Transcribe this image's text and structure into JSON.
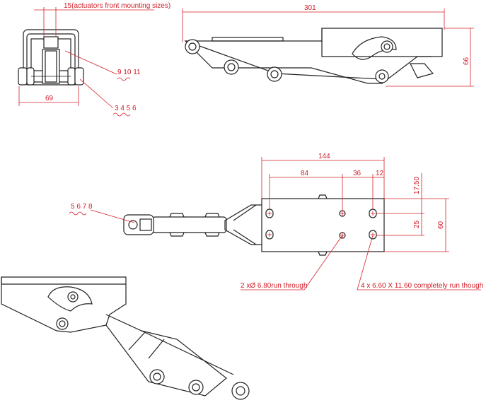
{
  "dimensions": {
    "actuator_note": "15(actuators front mounting sizes)",
    "front_width": "69",
    "callout_a": "9 10 11",
    "callout_b": "3 4 5 6",
    "overall_length": "301",
    "height": "66",
    "plate_length": "144",
    "hole_spacing_a": "84",
    "hole_spacing_b": "36",
    "hole_spacing_c": "12",
    "edge_offset": "17.50",
    "hole_vertical": "25",
    "plate_width": "60",
    "callout_c": "5 6 7 8",
    "round_holes_note": "2 xØ 6.80run through",
    "slot_holes_note": "4 x 6.60 X 11.60 completely run though"
  },
  "colors": {
    "dimension": "#d2202a",
    "outline": "#222222"
  }
}
